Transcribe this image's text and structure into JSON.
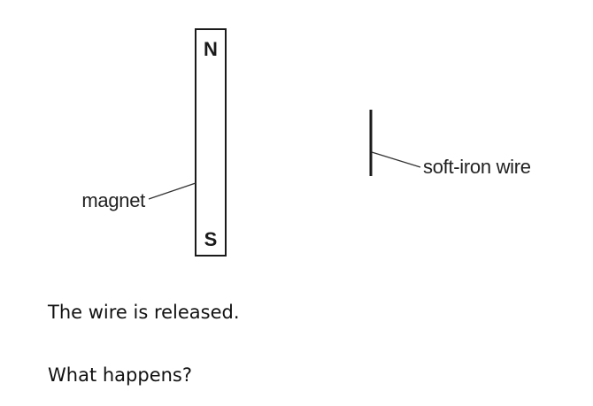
{
  "diagram": {
    "magnet": {
      "north_pole": "N",
      "south_pole": "S",
      "label": "magnet"
    },
    "wire": {
      "label": "soft-iron wire"
    }
  },
  "question": {
    "statement": "The wire is released.",
    "prompt": "What happens?"
  }
}
